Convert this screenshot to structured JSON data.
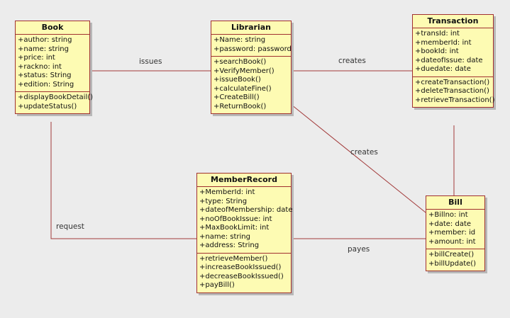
{
  "classes": {
    "book": {
      "name": "Book",
      "attributes": [
        "+author: string",
        "+name: string",
        "+price: int",
        "+rackno: int",
        "+status: String",
        "+edition: String"
      ],
      "operations": [
        "+displayBookDetail()",
        "+updateStatus()"
      ]
    },
    "librarian": {
      "name": "Librarian",
      "attributes": [
        "+Name: string",
        "+password: password"
      ],
      "operations": [
        "+searchBook()",
        "+VerifyMember()",
        "+issueBook()",
        "+calculateFine()",
        "+CreateBill()",
        "+ReturnBook()"
      ]
    },
    "transaction": {
      "name": "Transaction",
      "attributes": [
        "+transId: int",
        "+memberId: int",
        "+bookId: int",
        "+dateofIssue: date",
        "+duedate: date"
      ],
      "operations": [
        "+createTransaction()",
        "+deleteTransaction()",
        "+retrieveTransaction()"
      ]
    },
    "member_record": {
      "name": "MemberRecord",
      "attributes": [
        "+MemberId: int",
        "+type: String",
        "+dateofMembership: date",
        "+noOfBookIssue: int",
        "+MaxBookLimit: int",
        "+name: string",
        "+address: String"
      ],
      "operations": [
        "+retrieveMember()",
        "+increaseBookIssued()",
        "+decreaseBookIssued()",
        "+payBill()"
      ]
    },
    "bill": {
      "name": "Bill",
      "attributes": [
        "+Billno: int",
        "+date: date",
        "+member: id",
        "+amount: int"
      ],
      "operations": [
        "+billCreate()",
        "+billUpdate()"
      ]
    }
  },
  "associations": {
    "issues": "issues",
    "creates_transaction": "creates",
    "creates_bill": "creates",
    "request": "request",
    "payes": "payes"
  }
}
